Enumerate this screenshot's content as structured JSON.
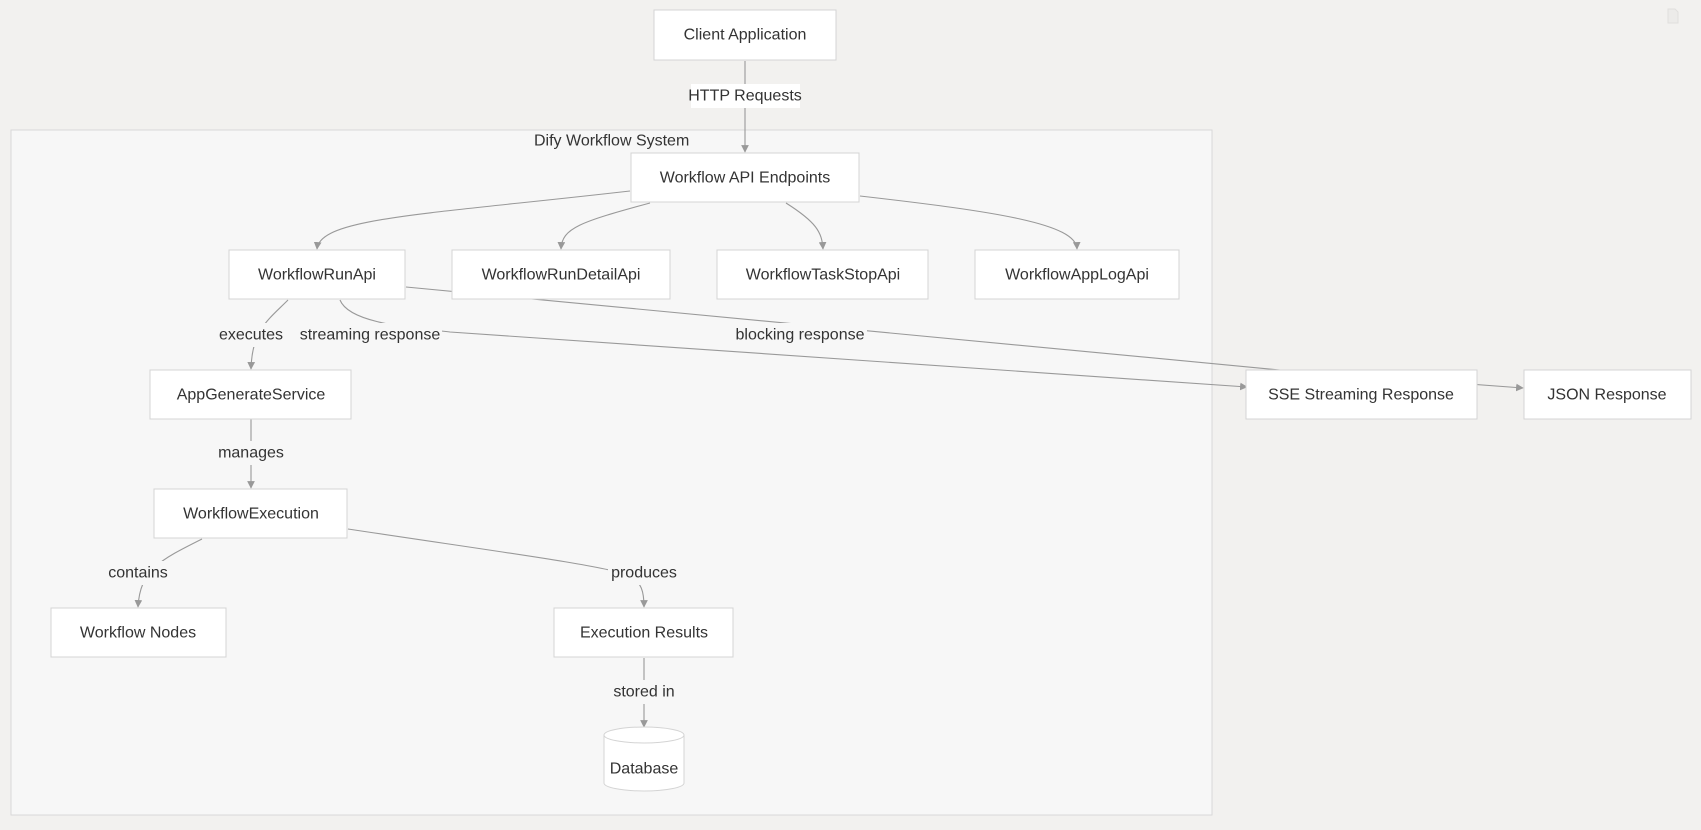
{
  "diagram": {
    "cluster": {
      "label": "Dify Workflow System"
    },
    "nodes": {
      "client": "Client Application",
      "api_endpoints": "Workflow API Endpoints",
      "run_api": "WorkflowRunApi",
      "run_detail_api": "WorkflowRunDetailApi",
      "task_stop_api": "WorkflowTaskStopApi",
      "app_log_api": "WorkflowAppLogApi",
      "generate_service": "AppGenerateService",
      "execution": "WorkflowExecution",
      "nodes": "Workflow Nodes",
      "results": "Execution Results",
      "database": "Database",
      "sse": "SSE Streaming Response",
      "json": "JSON Response"
    },
    "edges": {
      "http": "HTTP Requests",
      "executes": "executes",
      "streaming": "streaming response",
      "blocking": "blocking response",
      "manages": "manages",
      "contains": "contains",
      "produces": "produces",
      "stored_in": "stored in"
    }
  },
  "icons": {
    "corner": "document-icon"
  }
}
